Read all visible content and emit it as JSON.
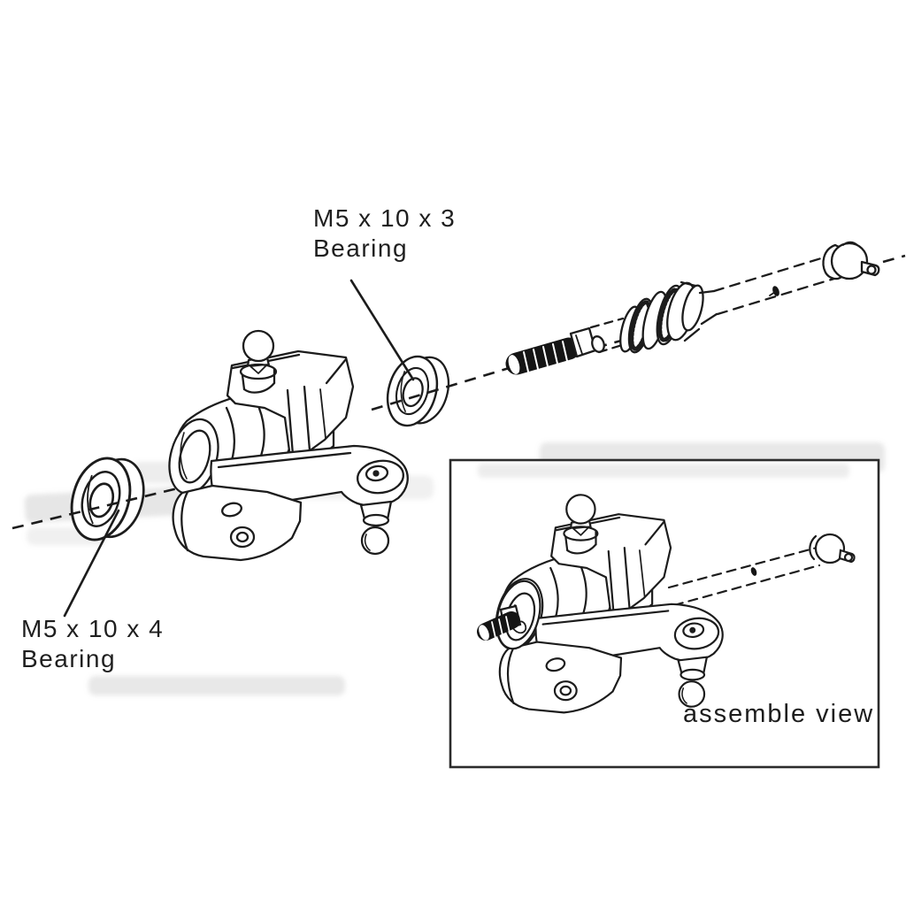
{
  "diagram": {
    "kind": "exploded-assembly-technical-drawing",
    "parts_depicted": [
      "steering-knuckle",
      "drive-shaft",
      "bearing-m5x10x3",
      "bearing-m5x10x4"
    ]
  },
  "labels": {
    "bearing_top": {
      "size": "M5 x 10 x 3",
      "word": "Bearing"
    },
    "bearing_left": {
      "size": "M5 x 10 x 4",
      "word": "Bearing"
    }
  },
  "inset": {
    "caption": "assemble view"
  },
  "colors": {
    "background": "#ffffff",
    "line": "#1c1c1c",
    "solid_fill": "#151515",
    "inset_border": "#2b2b2b",
    "watermark": "#adadad"
  }
}
